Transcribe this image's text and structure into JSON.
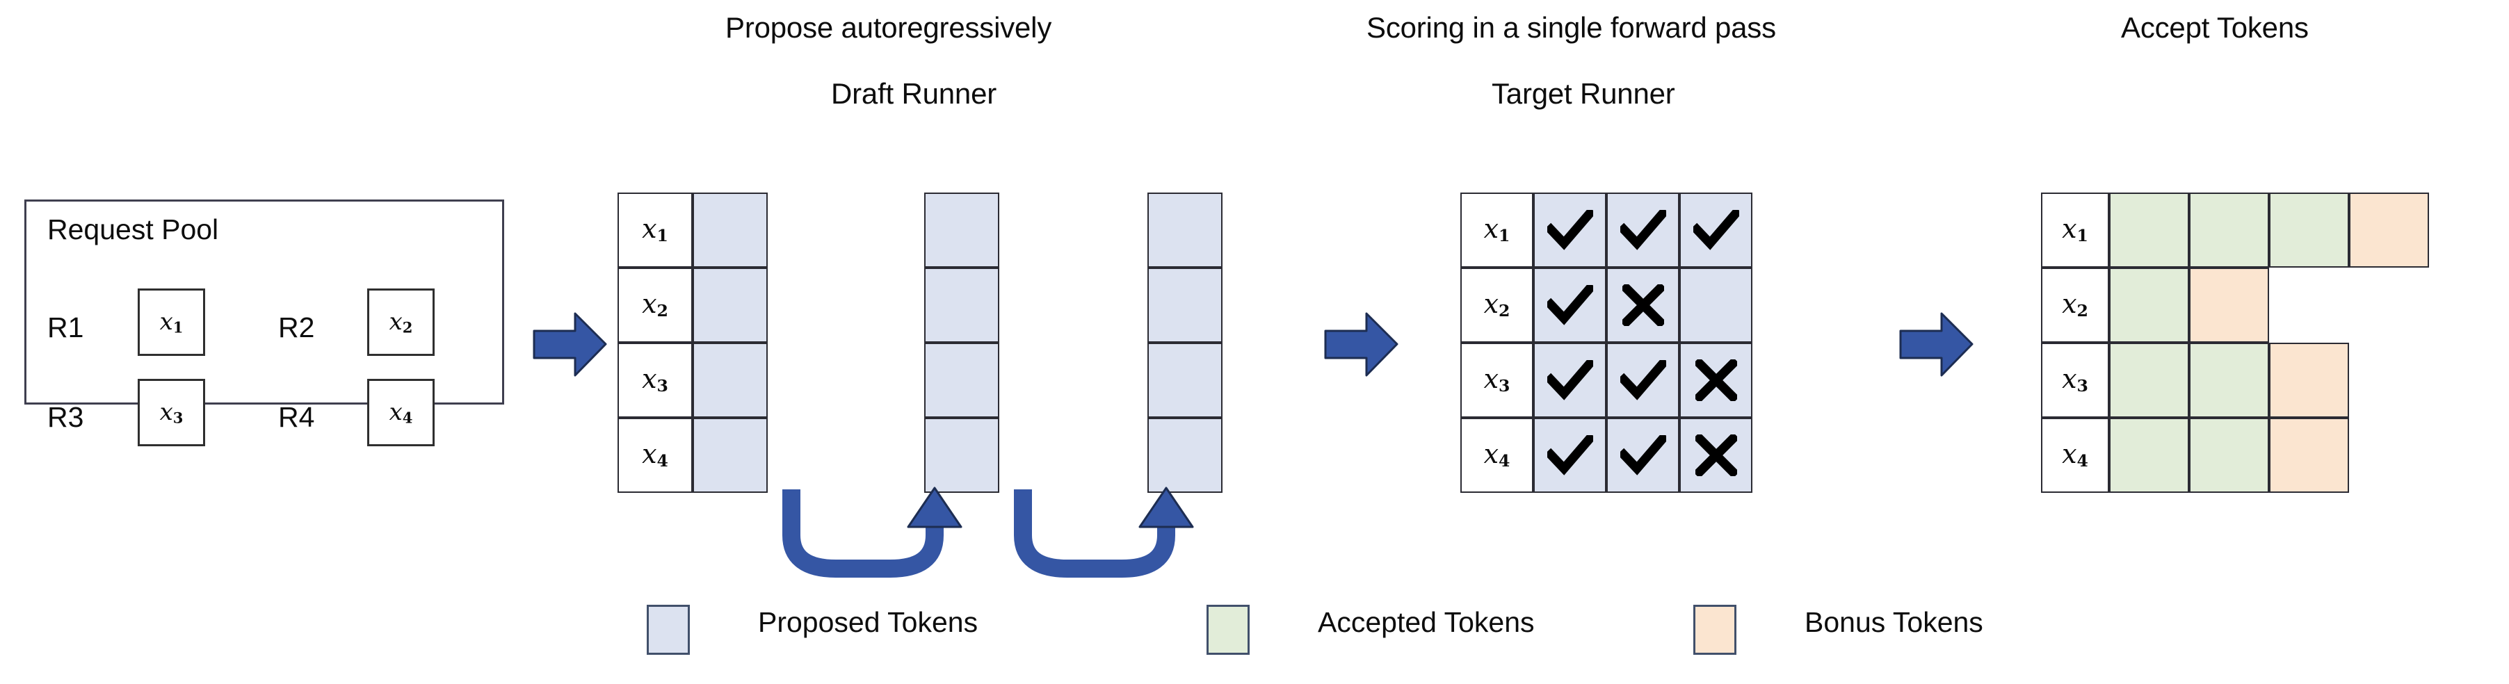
{
  "headings": {
    "propose": "Propose autoregressively",
    "draft_runner": "Draft Runner",
    "scoring": "Scoring in a single forward pass",
    "target_runner": "Target Runner",
    "accept_tokens": "Accept Tokens"
  },
  "request_pool": {
    "title": "Request Pool",
    "entries": [
      {
        "label": "R1",
        "token": "x",
        "sub": "1"
      },
      {
        "label": "R2",
        "token": "x",
        "sub": "2"
      },
      {
        "label": "R3",
        "token": "x",
        "sub": "3"
      },
      {
        "label": "R4",
        "token": "x",
        "sub": "4"
      }
    ]
  },
  "row_labels": [
    {
      "token": "x",
      "sub": "1"
    },
    {
      "token": "x",
      "sub": "2"
    },
    {
      "token": "x",
      "sub": "3"
    },
    {
      "token": "x",
      "sub": "4"
    }
  ],
  "draft_runner": {
    "columns": 3,
    "rows": 4,
    "cell_state": "proposed",
    "loop_arrow_count": 2
  },
  "target_runner": {
    "columns": 3,
    "rows": 4,
    "marks": [
      [
        "check",
        "check",
        "check"
      ],
      [
        "check",
        "cross",
        "none"
      ],
      [
        "check",
        "check",
        "cross"
      ],
      [
        "check",
        "check",
        "cross"
      ]
    ]
  },
  "accept_tokens": {
    "rows": [
      [
        "accepted",
        "accepted",
        "accepted",
        "bonus"
      ],
      [
        "accepted",
        "bonus",
        "empty",
        "empty"
      ],
      [
        "accepted",
        "accepted",
        "bonus",
        "empty"
      ],
      [
        "accepted",
        "accepted",
        "bonus",
        "empty"
      ]
    ]
  },
  "legend": [
    {
      "name": "proposed",
      "label": "Proposed Tokens",
      "color": "#dce2f0"
    },
    {
      "name": "accepted",
      "label": "Accepted Tokens",
      "color": "#e2edd9"
    },
    {
      "name": "bonus",
      "label": "Bonus Tokens",
      "color": "#fbe5d0"
    }
  ],
  "colors": {
    "proposed": "#dce2f0",
    "accepted": "#e2edd9",
    "bonus": "#fbe5d0",
    "arrow_blue": "#3556a4",
    "outline": "#2b2b33"
  }
}
